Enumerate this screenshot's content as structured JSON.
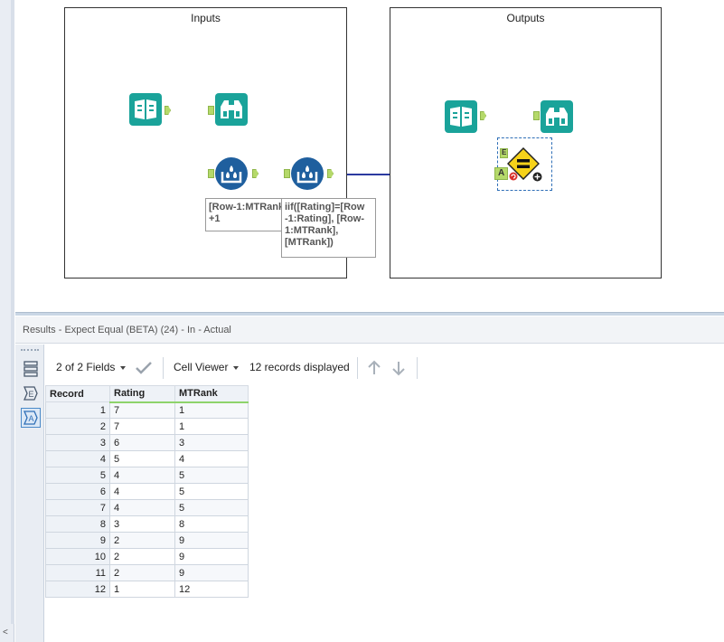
{
  "canvas": {
    "containers": [
      {
        "title": "Inputs"
      },
      {
        "title": "Outputs"
      }
    ],
    "annotations": {
      "formula_1": "[Row-1:MTRank]\n+1",
      "formula_2": "iif([Rating]=[Row\n-1:Rating], [Row-\n1:MTRank],\n[MTRank])"
    },
    "anchor_labels": {
      "e": "E",
      "a": "A"
    }
  },
  "results": {
    "title": "Results - Expect Equal (BETA) (24) - In - Actual",
    "fields_label": "2 of 2 Fields",
    "viewer_label": "Cell Viewer",
    "records_label": "12 records displayed",
    "columns": [
      "Record",
      "Rating",
      "MTRank"
    ],
    "rows": [
      [
        "1",
        "7",
        "1"
      ],
      [
        "2",
        "7",
        "1"
      ],
      [
        "3",
        "6",
        "3"
      ],
      [
        "4",
        "5",
        "4"
      ],
      [
        "5",
        "4",
        "5"
      ],
      [
        "6",
        "4",
        "5"
      ],
      [
        "7",
        "4",
        "5"
      ],
      [
        "8",
        "3",
        "8"
      ],
      [
        "9",
        "2",
        "9"
      ],
      [
        "10",
        "2",
        "9"
      ],
      [
        "11",
        "2",
        "9"
      ],
      [
        "12",
        "1",
        "12"
      ]
    ]
  },
  "icons": [
    "input-data-icon",
    "browse-icon",
    "multi-row-formula-icon",
    "expect-equal-icon"
  ],
  "colors": {
    "tool_teal": "#1aa39a",
    "tool_blue": "#1f5f9e",
    "connector": "#2b3aa0",
    "anchor_green": "#b5d96a",
    "warning_yellow": "#f6d21a"
  }
}
